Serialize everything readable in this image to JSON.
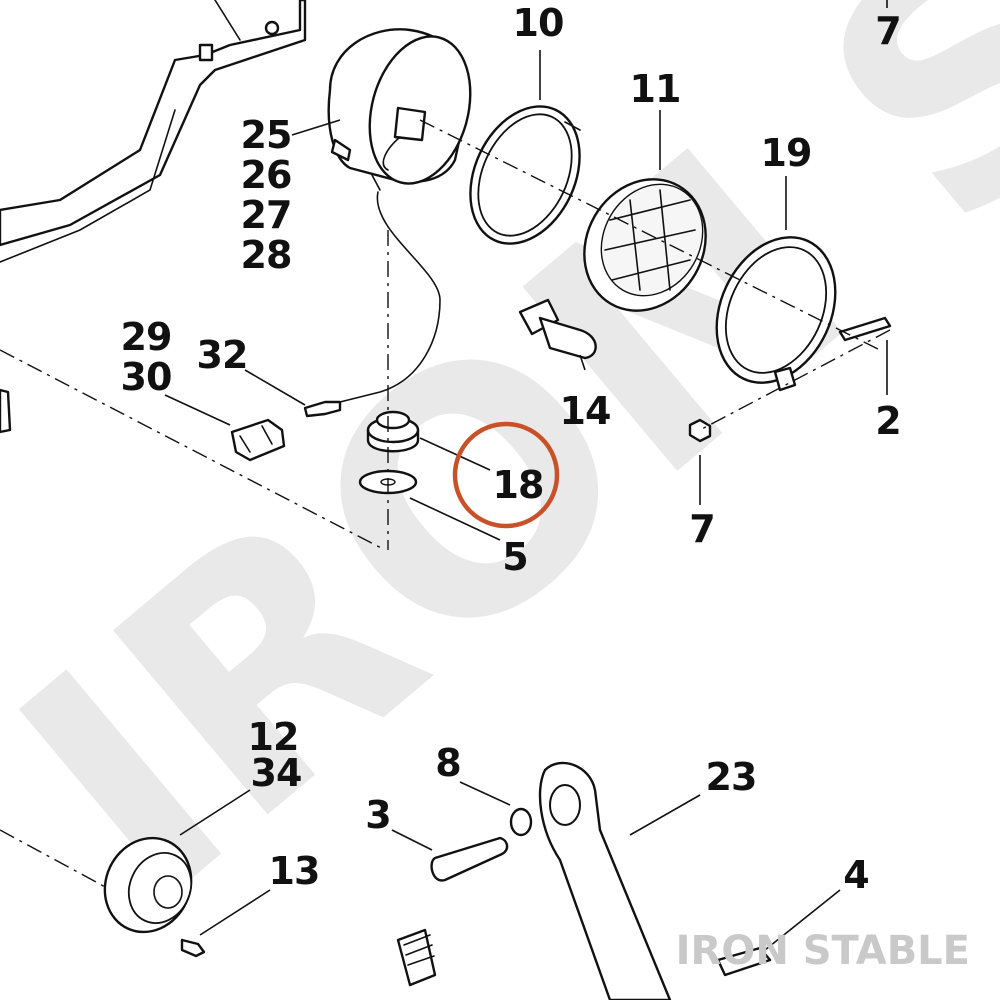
{
  "watermark": {
    "text": "IRON STABLE",
    "footer_text": "IRON STABLE"
  },
  "highlight": {
    "target_callout": "18",
    "color": "#c8512a"
  },
  "callouts": {
    "c10": "10",
    "c11": "11",
    "c19": "19",
    "c7_top": "7",
    "c25": "25",
    "c26": "26",
    "c27": "27",
    "c28": "28",
    "c29": "29",
    "c30": "30",
    "c32": "32",
    "c14": "14",
    "c2": "2",
    "c7_mid": "7",
    "c18": "18",
    "c5": "5",
    "c12": "12",
    "c34": "34",
    "c8": "8",
    "c23": "23",
    "c3": "3",
    "c13": "13",
    "c4": "4"
  }
}
